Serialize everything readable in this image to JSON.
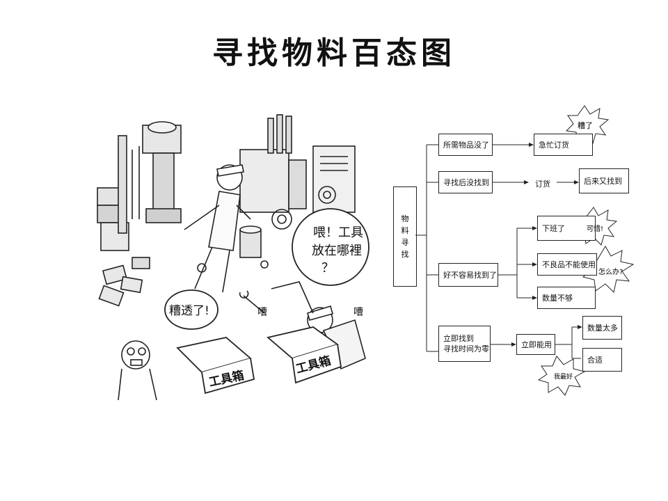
{
  "title": "寻找物料百态图",
  "cartoon": {
    "bubble_right": [
      "喂！工具",
      "放在哪裡",
      "？"
    ],
    "bubble_left": "糟透了!",
    "sound_1": "嘈",
    "sound_2": "嘈",
    "toolbox_1": "工具箱",
    "toolbox_2": "工具箱"
  },
  "flowchart": {
    "root_chars": [
      "物",
      "料",
      "寻",
      "找"
    ],
    "b1": "所需物品没了",
    "b1a": "急忙订货",
    "star1": "糟了",
    "b2": "寻找后没找到",
    "b2a": "订货",
    "b2b": "后来又找到",
    "b3": "好不容易找到了",
    "b3a": "下班了",
    "star3a": "可惜!",
    "b3b": "不良品不能使用",
    "star3b": "怎么办?",
    "b3c": "数量不够",
    "b4_line1": "立即找到",
    "b4_line2": "寻找时间为零",
    "b4a": "立即能用",
    "b4b": "数量太多",
    "b4c": "合适",
    "star4": "我最好"
  }
}
